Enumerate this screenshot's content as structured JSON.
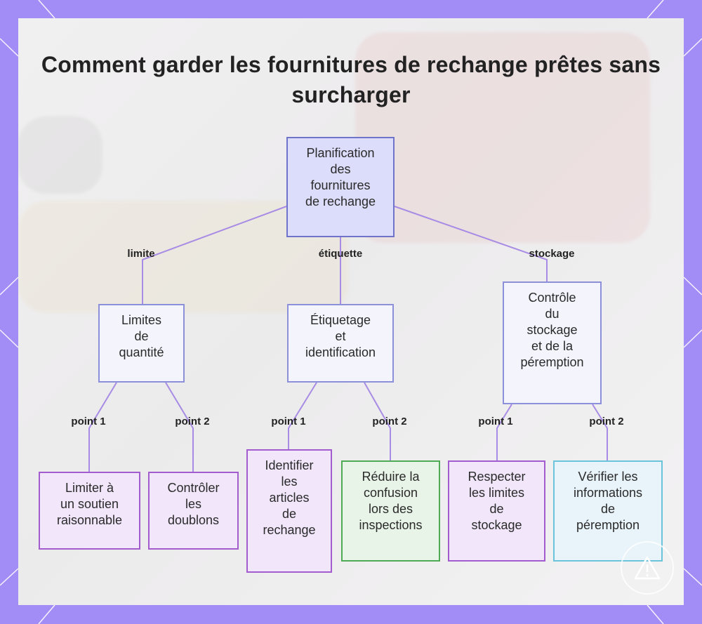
{
  "title": "Comment garder les fournitures de rechange prêtes sans surcharger",
  "nodes": {
    "root": "Planification\ndes\nfournitures\nde rechange",
    "limits": "Limites\nde\nquantité",
    "labeling": "Étiquetage\net\nidentification",
    "storage": "Contrôle\ndu\nstockage\net de la\npéremption",
    "limit_reasonable": "Limiter à\nun soutien\nraisonnable",
    "check_duplicates": "Contrôler\nles\ndoublons",
    "identify_items": "Identifier\nles\narticles\nde\nrechange",
    "reduce_confusion": "Réduire la\nconfusion\nlors des\ninspections",
    "respect_limits": "Respecter\nles limites\nde\nstockage",
    "check_expiry": "Vérifier les\ninformations\nde\npéremption"
  },
  "edge_labels": {
    "limite": "limite",
    "etiquette": "étiquette",
    "stockage": "stockage",
    "limits_p1": "point 1",
    "limits_p2": "point 2",
    "labeling_p1": "point 1",
    "labeling_p2": "point 2",
    "storage_p1": "point 1",
    "storage_p2": "point 2"
  },
  "colors": {
    "frame": "#a28cf6",
    "root_fill": "#dcdcfb",
    "connector": "#a88be4",
    "leaf_purple": "#a25ccd",
    "leaf_green": "#4eaa53",
    "leaf_cyan": "#6cc4dc"
  },
  "logo_icon": "warning-triangle-icon"
}
